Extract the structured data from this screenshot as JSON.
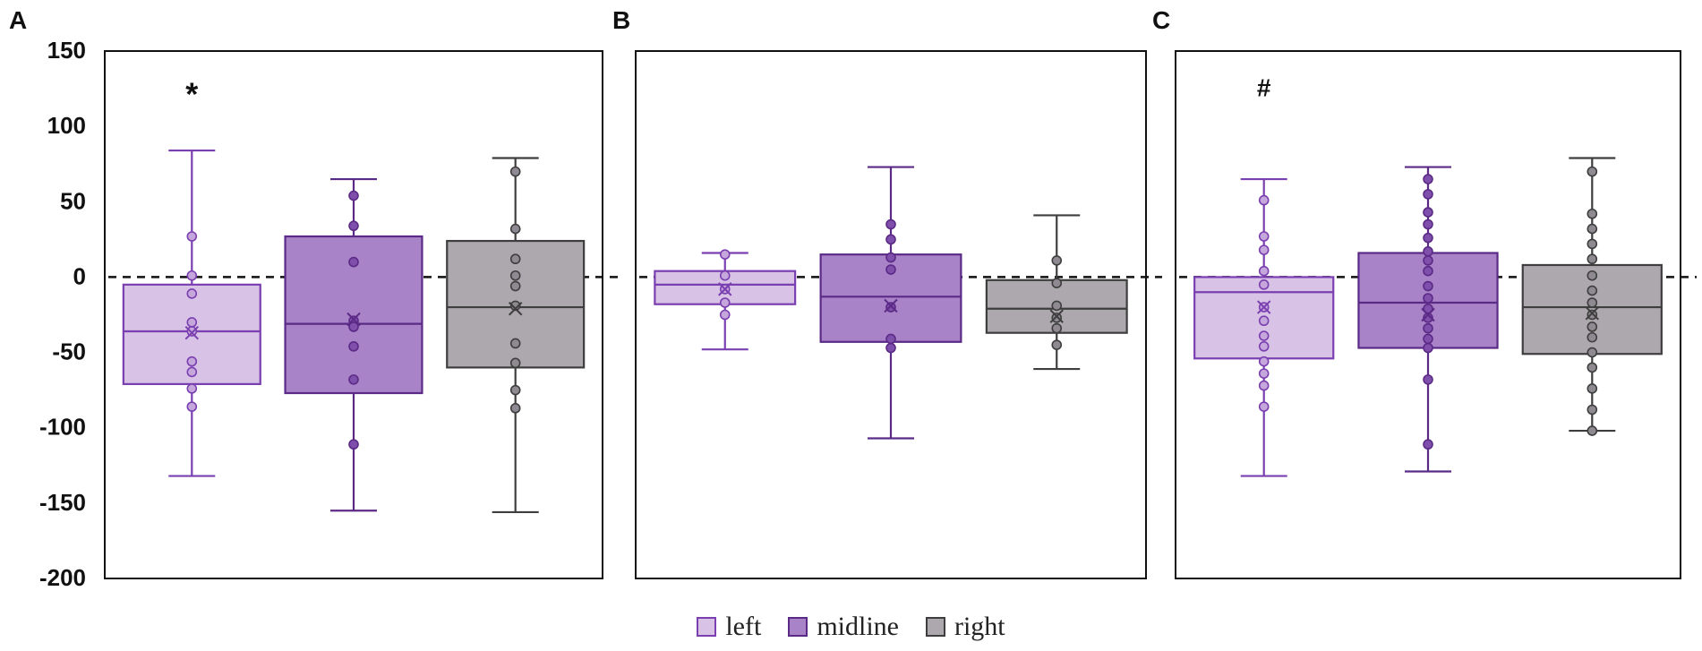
{
  "chart_data": {
    "type": "boxplot",
    "ylim": [
      -200,
      150
    ],
    "yticks": [
      "150",
      "100",
      "50",
      "0",
      "-50",
      "-100",
      "-150",
      "-200"
    ],
    "reference_line": {
      "y": 0,
      "style": "dashed"
    },
    "legend": {
      "placement": "bottom-center",
      "entries": [
        {
          "label": "left",
          "fill": "#d8c2e6",
          "stroke": "#7a3fb0"
        },
        {
          "label": "midline",
          "fill": "#a983c8",
          "stroke": "#5b2a86"
        },
        {
          "label": "right",
          "fill": "#ada7ae",
          "stroke": "#3e3e3e"
        }
      ]
    },
    "panels": [
      {
        "label": "A",
        "annotation": {
          "text": "*",
          "over": "left",
          "y": 120
        },
        "boxes": [
          {
            "series": "left",
            "min": -132,
            "q1": -71,
            "median": -36,
            "q3": -5,
            "max": 84,
            "mean": -37,
            "points": [
              27,
              1,
              -11,
              -30,
              -36,
              -56,
              -63,
              -74,
              -86
            ]
          },
          {
            "series": "midline",
            "min": -155,
            "q1": -77,
            "median": -31,
            "q3": 27,
            "max": 65,
            "mean": -28,
            "points": [
              54,
              34,
              10,
              -29,
              -33,
              -46,
              -68,
              -111
            ]
          },
          {
            "series": "right",
            "min": -156,
            "q1": -60,
            "median": -20,
            "q3": 24,
            "max": 79,
            "mean": -21,
            "points": [
              70,
              32,
              12,
              1,
              -6,
              -19,
              -44,
              -57,
              -75,
              -87
            ]
          }
        ]
      },
      {
        "label": "B",
        "annotation": null,
        "boxes": [
          {
            "series": "left",
            "min": -48,
            "q1": -18,
            "median": -5,
            "q3": 4,
            "max": 16,
            "mean": -8,
            "points": [
              15,
              1,
              -8,
              -17,
              -25
            ]
          },
          {
            "series": "midline",
            "min": -107,
            "q1": -43,
            "median": -13,
            "q3": 15,
            "max": 73,
            "mean": -19,
            "points": [
              35,
              25,
              13,
              5,
              -20,
              -41,
              -47
            ]
          },
          {
            "series": "right",
            "min": -61,
            "q1": -37,
            "median": -21,
            "q3": -2,
            "max": 41,
            "mean": -26,
            "points": [
              11,
              -4,
              -19,
              -27,
              -34,
              -45
            ]
          }
        ]
      },
      {
        "label": "C",
        "annotation": {
          "text": "#",
          "over": "left",
          "y": 120
        },
        "boxes": [
          {
            "series": "left",
            "min": -132,
            "q1": -54,
            "median": -10,
            "q3": 0,
            "max": 65,
            "mean": -20,
            "points": [
              51,
              27,
              18,
              4,
              -5,
              -20,
              -29,
              -39,
              -46,
              -56,
              -64,
              -72,
              -86
            ]
          },
          {
            "series": "midline",
            "min": -129,
            "q1": -47,
            "median": -17,
            "q3": 16,
            "max": 73,
            "mean": -25,
            "points": [
              65,
              55,
              43,
              35,
              26,
              17,
              11,
              4,
              -6,
              -14,
              -21,
              -27,
              -34,
              -41,
              -47,
              -68,
              -111
            ]
          },
          {
            "series": "right",
            "min": -102,
            "q1": -51,
            "median": -20,
            "q3": 8,
            "max": 79,
            "mean": -24,
            "points": [
              70,
              42,
              32,
              22,
              12,
              1,
              -9,
              -17,
              -25,
              -33,
              -40,
              -50,
              -60,
              -74,
              -88,
              -102
            ]
          }
        ]
      }
    ]
  }
}
